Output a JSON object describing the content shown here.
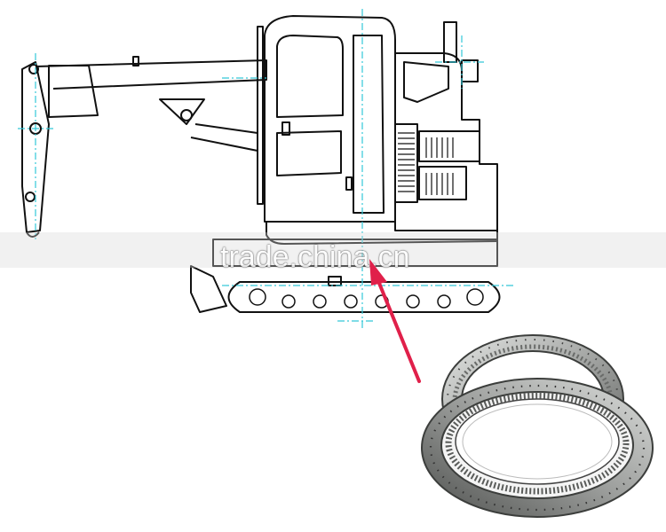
{
  "watermark": {
    "text": "trade.china.cn"
  },
  "colors": {
    "line_art": "#111111",
    "centerline": "#33c8d8",
    "arrow": "#e0204a",
    "bearing_steel": "#a8aaa8",
    "bearing_dark": "#5a5c5a"
  },
  "icons": {
    "machine": "crawler-crane-drawing",
    "part": "slewing-bearing-photo",
    "pointer": "red-arrow"
  }
}
